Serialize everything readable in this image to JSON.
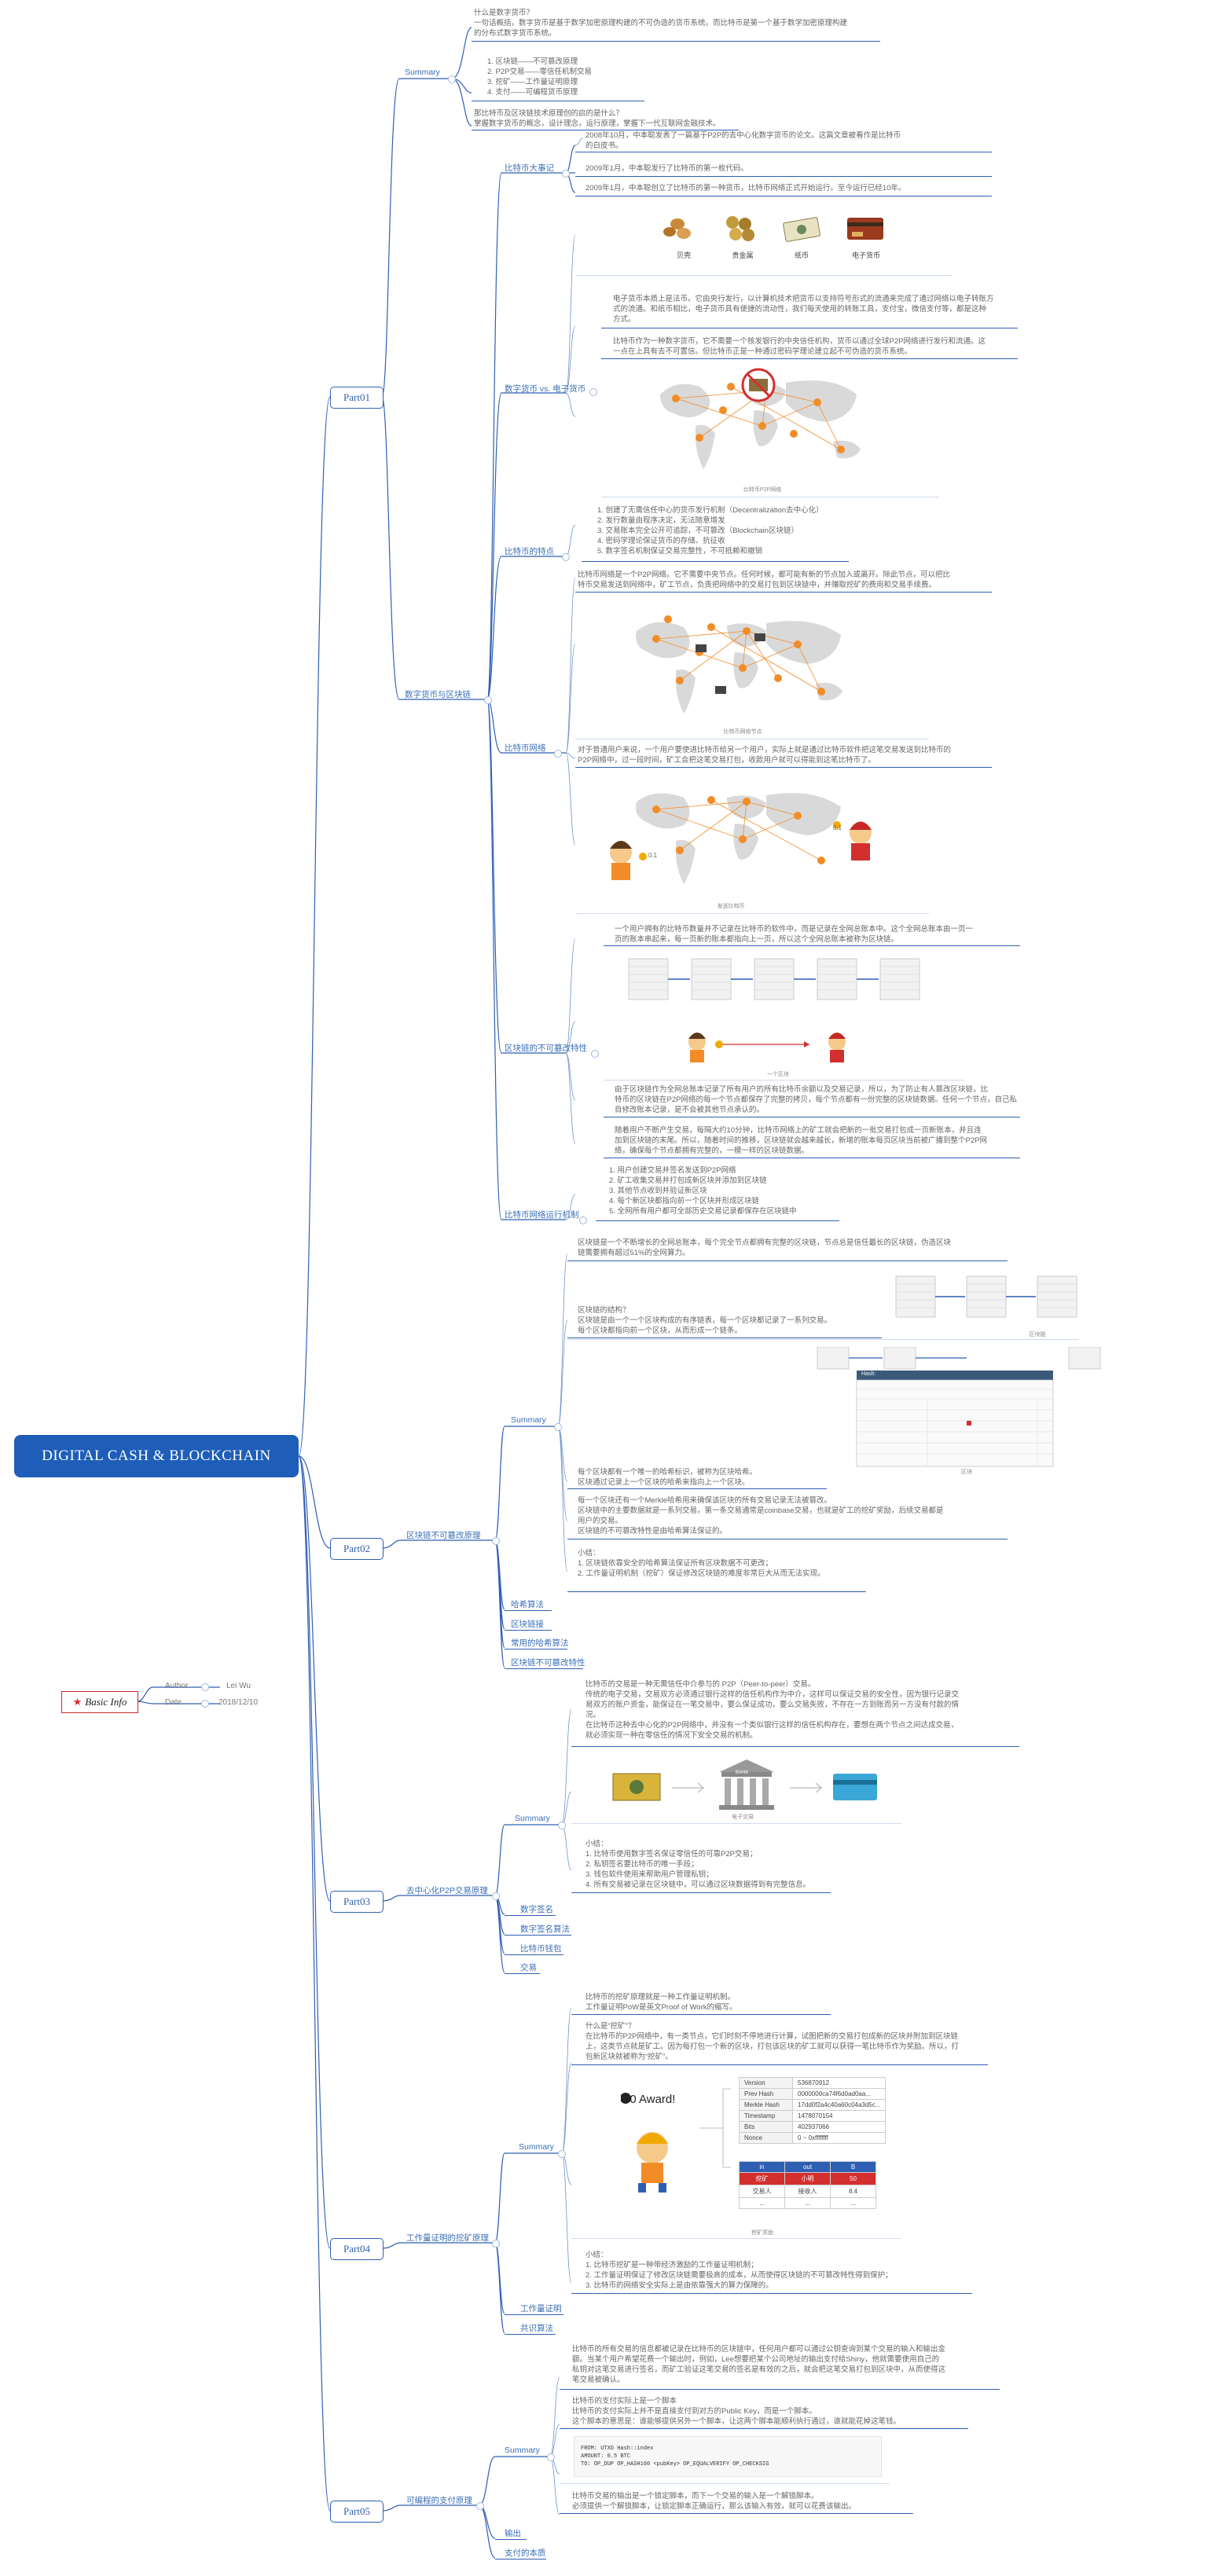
{
  "root": {
    "title": "DIGITAL CASH & BLOCKCHAIN"
  },
  "basic_info": {
    "label": "Basic Info",
    "author_label": "Author",
    "author": "Lei Wu",
    "date_label": "Date",
    "date": "2018/12/10"
  },
  "parts": [
    "Part01",
    "Part02",
    "Part03",
    "Part04",
    "Part05"
  ],
  "p1": {
    "summary": "Summary",
    "summary_q": "什么是数字货币？\n一句话概括，数字货币是基于数学加密原理构建的不可伪造的货币系统。而比特币是第一个基于数学加密原理构建\n的分布式数字货币系统。",
    "summary_list": "1. 区块链——不可篡改原理\n2. P2P交易——零信任机制交易\n3. 挖矿——工作量证明原理\n4. 支付——可编程货币原理",
    "summary_q2": "那比特币及区块链技术原理创的启的是什么？\n掌握数字货币的概念，设计理念，运行原理，掌握下一代互联网金融技术。",
    "branch": "数字货币与区块链",
    "events": {
      "label": "比特币大事记",
      "e1": "2008年10月，中本聪发表了一篇基于P2P的去中心化数字货币的论文。这篇文章被看作是比特币\n的白皮书。",
      "e2": "2009年1月，中本聪发行了比特币的第一枚代码。",
      "e3": "2009年1月，中本聪创立了比特币的第一种货币，比特币网络正式开始运行。至今运行已经10年。"
    },
    "money_icons": [
      "贝壳",
      "贵金属",
      "纸币",
      "电子货币"
    ],
    "digital_vs": {
      "label": "数字货币 vs. 电子货币",
      "t1": "电子货币本质上是法币。它由央行发行，以计算机技术把货币以支持符号形式的流通来完成了通过网络以电子转账方\n式的流通。和纸币相比，电子货币具有便捷的流动性，我们每天使用的转账工具，支付宝，微信支付等，都是这种\n方式。",
      "t2": "比特币作为一种数字货币，它不需要一个核发银行的中央信任机构，货币以通过全球P2P网络进行发行和流通。这\n一点在上具有去不可置信。但比特币正是一种通过密码学理论建立起不可伪造的货币系统。",
      "cap": "比特币P2P网络"
    },
    "features": {
      "label": "比特币的特点",
      "list": "1. 创建了无需信任中心的货币发行机制（Decentralization去中心化）\n2. 发行数量由程序决定，无法随意增发\n3. 交易账本完全公开可追踪，不可篡改（Blockchain区块链）\n4. 密码学理论保证货币的存储、抗征收\n5. 数字签名机制保证交易完整性，不可抵赖和撤销"
    },
    "network": {
      "label": "比特币网络",
      "t1": "比特币网络是一个P2P网络。它不需要中央节点。任何时候，都可能有新的节点加入或离开。除此节点，可以把比\n特币交易发送到网络中，矿工节点，负责把网络中的交易打包到区块链中，并赚取挖矿的费用和交易手续费。",
      "cap1": "比特币网络节点",
      "t2": "对于普通用户来说，一个用户要使进比特币给另一个用户，实际上就是通过比特币软件把这笔交易发送到比特币的\nP2P网络中，过一段时间，矿工会把这笔交易打包，收款用户就可以得能到这笔比特币了。",
      "cap2": "发送比特币",
      "amount": "0.1"
    },
    "immutable": {
      "label": "区块链的不可篡改特性",
      "t1": "一个用户拥有的比特币数量并不记录在比特币的软件中，而是记录在全网总账本中。这个全网总账本由一页一\n页的账本串起来，每一页新的账本都指向上一页，所以这个全网总账本被称为区块链。",
      "block_cap": "一个区块",
      "t2": "由于区块链作为全网总账本记录了所有用户的所有比特币余额以及交易记录，所以，为了防止有人篡改区块链，比\n特币的区块链在P2P网络的每一个节点都保存了完整的拷贝，每个节点都有一份完整的区块链数据。任何一个节点，自己私\n自修改账本记录，是不会被其他节点承认的。",
      "t3": "随着用户不断产生交易，每隔大约10分钟，比特币网络上的矿工就会把新的一批交易打包成一页新账本，并且连\n加到区块链的末尾。所以，随着时间的推移，区块链就会越来越长，新增的账本每页区块当前被广播到整个P2P网\n络，确保每个节点都拥有完整的，一模一样的区块链数据。"
    },
    "running": {
      "label": "比特币网络运行机制",
      "list": "1. 用户创建交易并签名发送到P2P网络\n2. 矿工收集交易并打包成新区块并添加到区块链\n3. 其他节点收到并验证新区块\n4. 每个新区块都指向前一个区块并形成区块链\n5. 全网所有用户都可全部历史交易记录都保存在区块链中"
    }
  },
  "p2": {
    "branch": "区块链不可篡改原理",
    "summary": "Summary",
    "t1": "区块链是一个不断增长的全网总账本，每个完全节点都拥有完整的区块链，节点总是信任最长的区块链，伪造区块\n链需要拥有超过51%的全网算力。",
    "t2": "区块链的结构？\n区块链是由一个一个区块构成的有序链表，每一个区块都记录了一系列交易。\n每个区块都指向前一个区块，从而形成一个链条。",
    "chain_cap": "区块链",
    "block_cap": "区块",
    "hash_title": "Hash:",
    "t3": "每个区块都有一个唯一的哈希标识，被称为区块哈希。\n区块通过记录上一个区块的哈希来指向上一个区块。",
    "t4": "每一个区块还有一个Merkle哈希用来确保该区块的所有交易记录无法被篡改。\n区块链中的主要数据就是一系列交易，第一条交易通常是coinbase交易，也就是矿工的挖矿奖励，后续交易都是\n用户的交易。\n区块链的不可篡改特性是由哈希算法保证的。",
    "t5": "小结：\n1. 区块链依靠安全的哈希算法保证所有区块数据不可更改；\n2. 工作量证明机制（挖矿）保证修改区块链的难度非常巨大从而无法实现。",
    "sub": [
      "哈希算法",
      "区块链接",
      "常用的哈希算法",
      "区块链不可篡改特性"
    ]
  },
  "p3": {
    "branch": "去中心化P2P交易原理",
    "summary": "Summary",
    "t1": "比特币的交易是一种无需信任中介参与的 P2P（Peer-to-peer）交易。\n传统的电子交易，交易双方必须通过银行这样的信任机构作为中介，这样可以保证交易的安全性，因为银行记录交\n易双方的账户资金，能保证在一笔交易中，要么保证成功，要么交易失败，不存在一方到账而另一方没有付款的情\n况。\n在比特币这种去中心化的P2P网络中，并没有一个类似银行这样的信任机构存在，要想在两个节点之间达成交易，\n就必须实现一种在零信任的情况下安全交易的机制。",
    "bank_cap": "电子交易",
    "bank_text": "BANK",
    "t2": "小结：\n1. 比特币使用数字签名保证零信任的可靠P2P交易；\n2. 私钥签名要比特币的唯一手段；\n3. 钱包软件使用来帮助用户管理私钥；\n4. 所有交易被记录在区块链中，可以通过区块数据得到有完整信息。",
    "sub": [
      "数字签名",
      "数字签名算法",
      "比特币钱包",
      "交易"
    ]
  },
  "p4": {
    "branch": "工作量证明的挖矿原理",
    "summary": "Summary",
    "t1": "比特币的挖矿原理就是一种工作量证明机制。\n工作量证明PoW是英文Proof of Work的缩写。",
    "t2": "什么是“挖矿”？\n在比特币的P2P网络中，有一类节点，它们时刻不停地进行计算，试图把新的交易打包成新的区块并附加到区块链\n上，这类节点就是矿工。因为每打包一个新的区块，打包该区块的矿工就可以获得一笔比特币作为奖励。所以，打\n包新区块就被称为“挖矿”。",
    "award": "50 Award!",
    "header_rows": [
      [
        "Version",
        "536870912"
      ],
      [
        "Prev Hash",
        "0000000ca74f6d0ad0aa..."
      ],
      [
        "Merkle Hash",
        "17dd0f2a4c40a60c04a3d5c..."
      ],
      [
        "Timestamp",
        "1478070154"
      ],
      [
        "Bits",
        "402937066"
      ],
      [
        "Nonce",
        "0 ~ 0xffffffff"
      ]
    ],
    "tx_header": [
      "in",
      "out",
      "B"
    ],
    "tx_rows": [
      [
        "挖矿",
        "小明",
        "50"
      ],
      [
        "交易人",
        "接收人",
        "8.4"
      ],
      [
        "...",
        "...",
        "..."
      ]
    ],
    "fig_cap": "挖矿奖励",
    "t3": "小结：\n1. 比特币挖矿是一种带经济激励的工作量证明机制；\n2. 工作量证明保证了修改区块链需要极高的成本，从而使得区块链的不可篡改特性得到保护；\n3. 比特币的网络安全实际上是由依靠强大的算力保障的。",
    "sub": [
      "工作量证明",
      "共识算法"
    ]
  },
  "p5": {
    "branch": "可编程的支付原理",
    "summary": "Summary",
    "t1": "比特币的所有交易的信息都被记录在比特币的区块链中，任何用户都可以通过公钥查询到某个交易的输入和输出金\n额。当某个用户希望花费一个输出时，例如，Lee想要把某个公司地址的输出支付给Shiny，他就需要使用自己的\n私钥对这笔交易进行签名，而矿工验证这笔交易的签名是有效的之后，就会把这笔交易打包到区块中，从而使得这\n笔交易被确认。",
    "t2": "比特币的支付实际上是一个脚本\n比特币的支付实际上并不是直接支付到对方的Public Key，而是一个脚本。\n这个脚本的意思是：谁能够提供另外一个脚本，让这两个脚本能顺利执行通过，谁就能花掉这笔钱。",
    "code": "FROM: UTXO Hash::index\nAMOUNT: 0.5 BTC\nTO: OP_DUP OP_HASH160 <pubKey> OP_EQUALVERIFY OP_CHECKSIG",
    "t3": "比特币交易的输出是一个锁定脚本，而下一个交易的输入是一个解锁脚本。\n必须提供一个解锁脚本，让锁定脚本正确运行，那么该输入有效，就可以花费该输出。",
    "sub": [
      "输出",
      "支付的本质"
    ]
  },
  "colors": {
    "accent": "#2f5fb3",
    "root": "#1e5eb8",
    "info_border": "#c62828"
  }
}
